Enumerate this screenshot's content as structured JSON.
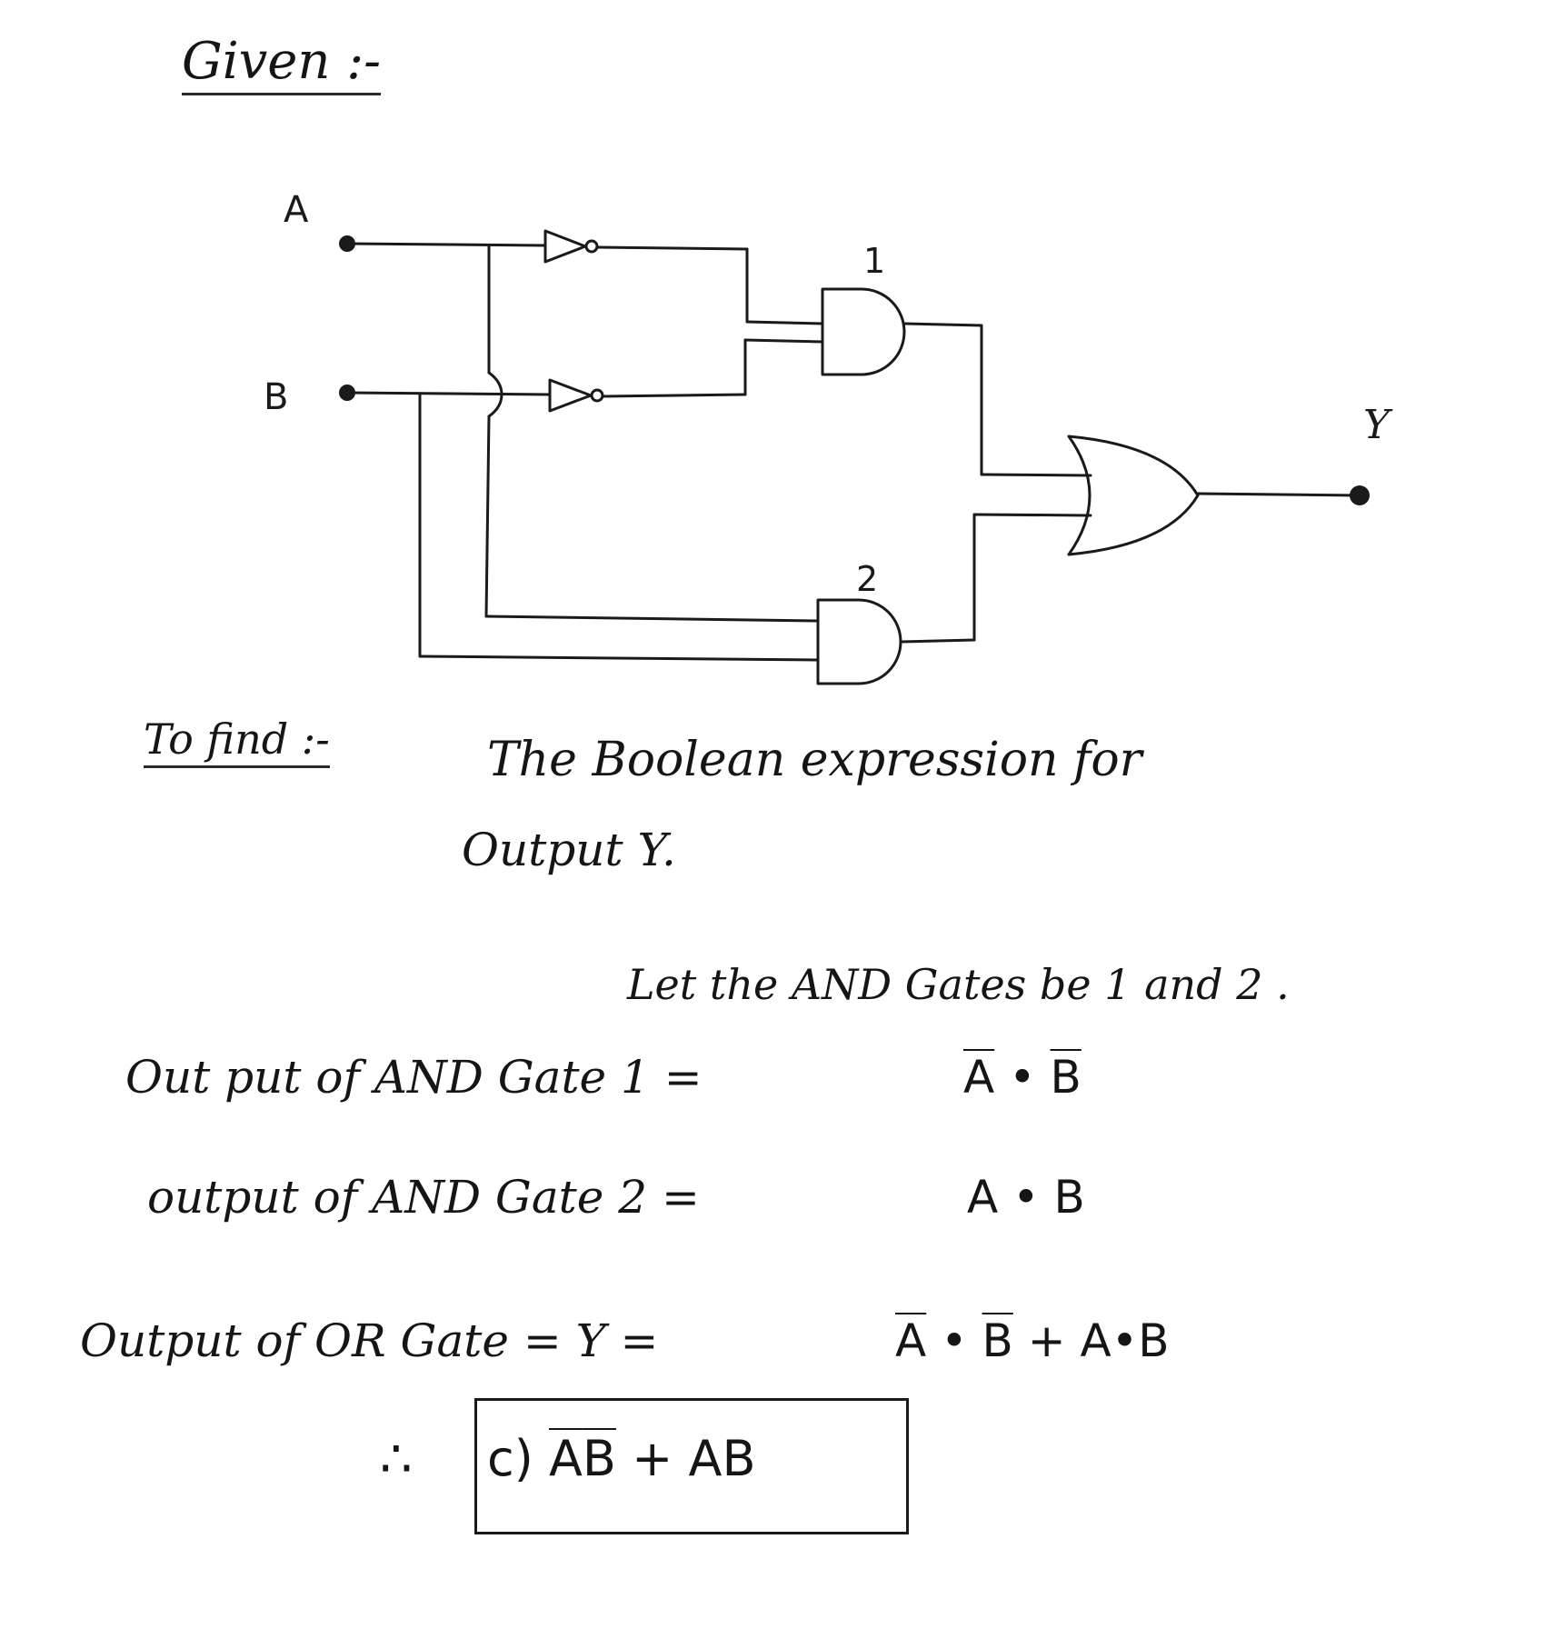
{
  "given_heading": "Given :-",
  "circuit": {
    "input_a": "A",
    "input_b": "B",
    "output": "Y",
    "gate1_number": "1",
    "gate2_number": "2"
  },
  "to_find_label": "To find :-",
  "to_find_text_1": "The Boolean expression for",
  "to_find_text_2": "Output Y.",
  "note": "Let the AND Gates be 1 and 2 .",
  "line1_label": "Out put of AND Gate 1 =",
  "line1_expr": {
    "a": "A",
    "dot": "•",
    "b": "B"
  },
  "line2_label": "output of AND Gate 2 =",
  "line2_expr": "A • B",
  "line3_label": "Output of OR Gate = Y =",
  "line3_expr": {
    "a": "A",
    "dot": "•",
    "b": "B",
    "rest": "+ A•B"
  },
  "therefore_symbol": "∴",
  "answer": {
    "option": "c)",
    "a": "A",
    "b": "B",
    "rest": "+ AB"
  }
}
